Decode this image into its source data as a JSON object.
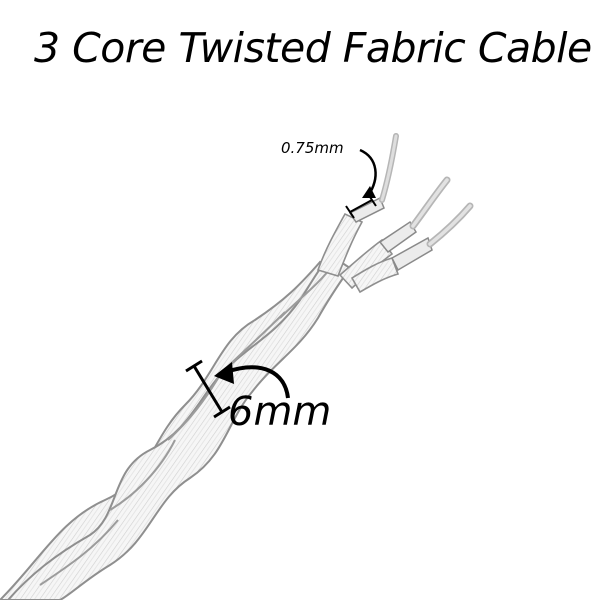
{
  "title": "3 Core Twisted Fabric Cable",
  "labels": {
    "core_diameter": "0.75mm",
    "cable_diameter": "6mm"
  },
  "colors": {
    "cable_fill": "#f4f4f4",
    "cable_outline": "#9a9a9a",
    "annotation": "#000000",
    "wire": "#dcdcdc"
  },
  "icons": {
    "small_arrow": "curved-arrow-icon",
    "large_arrow": "curved-arrow-icon"
  }
}
